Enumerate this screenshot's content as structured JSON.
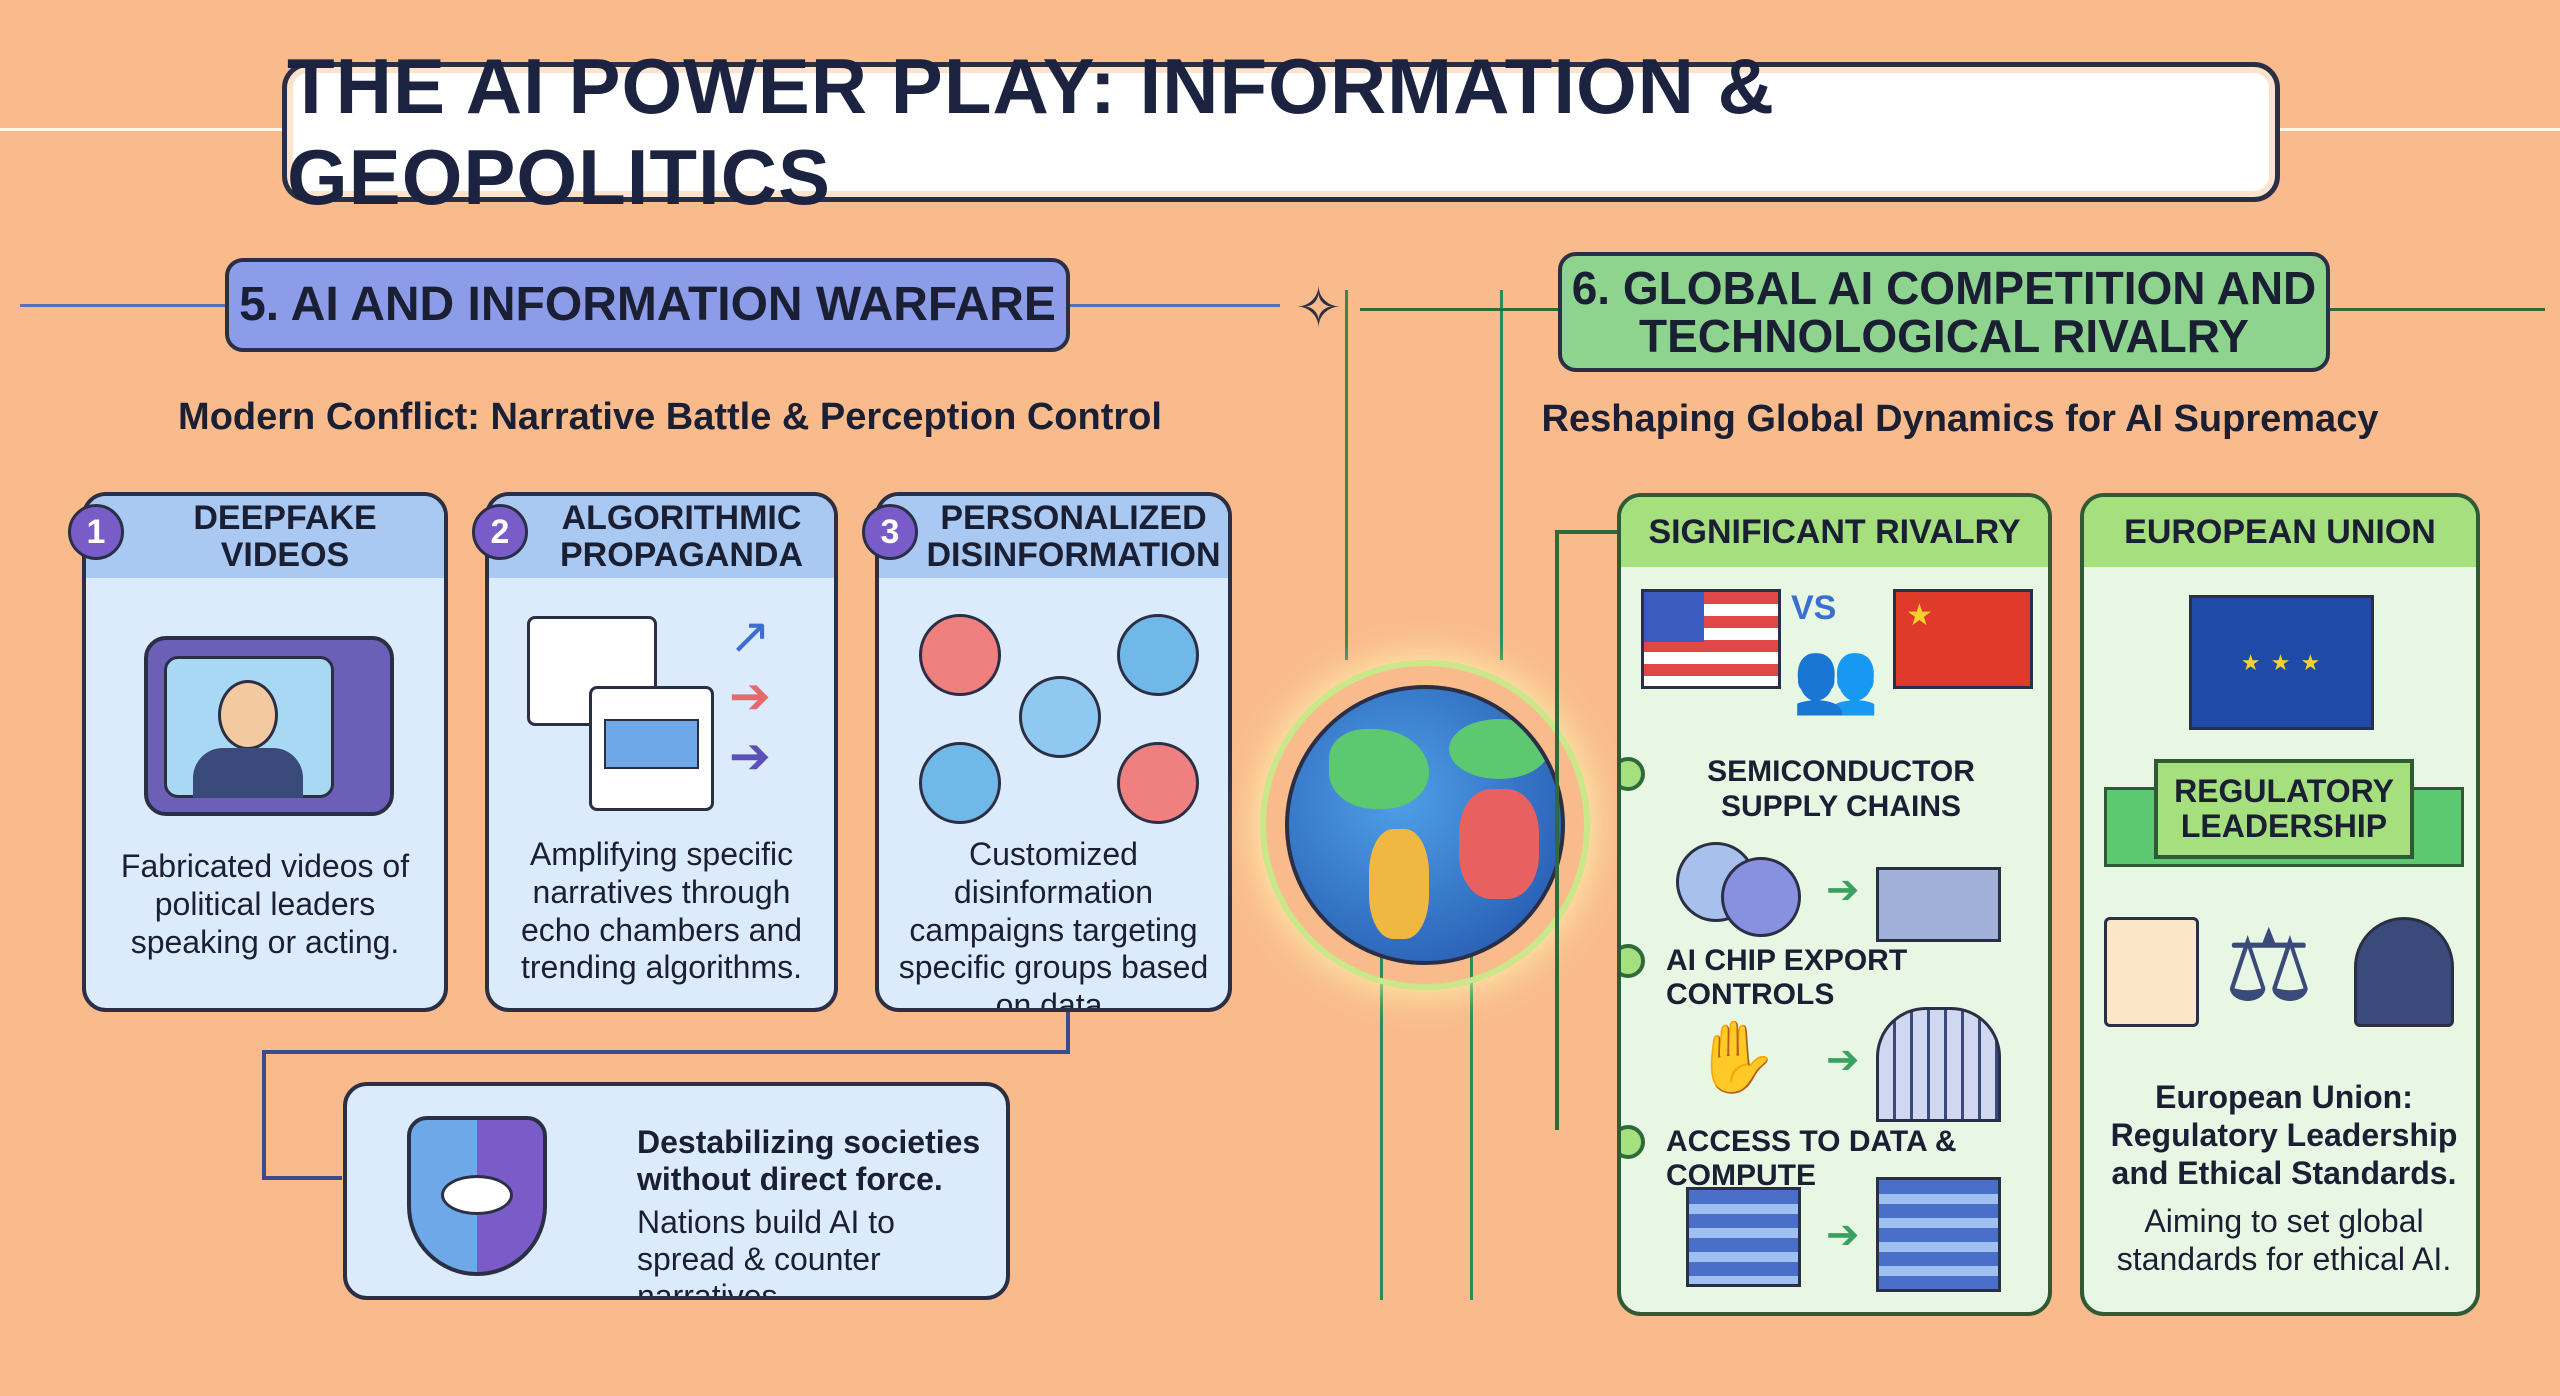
{
  "title": "THE AI POWER PLAY: INFORMATION & GEOPOLITICS",
  "left": {
    "header": "5. AI AND INFORMATION WARFARE",
    "subtitle": "Modern Conflict: Narrative Battle & Perception Control",
    "cards": [
      {
        "num": "1",
        "title": "DEEPFAKE VIDEOS",
        "text": "Fabricated videos of political leaders speaking or acting."
      },
      {
        "num": "2",
        "title": "ALGORITHMIC PROPAGANDA",
        "text": "Amplifying specific narratives through echo chambers and trending algorithms."
      },
      {
        "num": "3",
        "title": "PERSONALIZED DISINFORMATION",
        "text": "Customized disinformation campaigns targeting specific groups based on data."
      }
    ],
    "summary": {
      "bold": "Destabilizing societies without direct force.",
      "text": "Nations build AI to spread & counter narratives."
    }
  },
  "right": {
    "header": "6. GLOBAL AI COMPETITION AND TECHNOLOGICAL RIVALRY",
    "subtitle": "Reshaping Global Dynamics for AI Supremacy",
    "rivalry": {
      "title": "SIGNIFICANT RIVALRY",
      "vs": "VS",
      "items": [
        "SEMICONDUCTOR SUPPLY CHAINS",
        "AI CHIP EXPORT CONTROLS",
        "ACCESS TO DATA & COMPUTE"
      ]
    },
    "eu": {
      "title": "EUROPEAN UNION",
      "banner": "REGULATORY LEADERSHIP",
      "bold": "European Union: Regulatory Leadership and Ethical Standards.",
      "text": "Aiming to set global standards for ethical AI."
    }
  },
  "colors": {
    "background": "#f9bb8c",
    "left_accent": "#8c9ce8",
    "right_accent": "#8ed48e"
  }
}
